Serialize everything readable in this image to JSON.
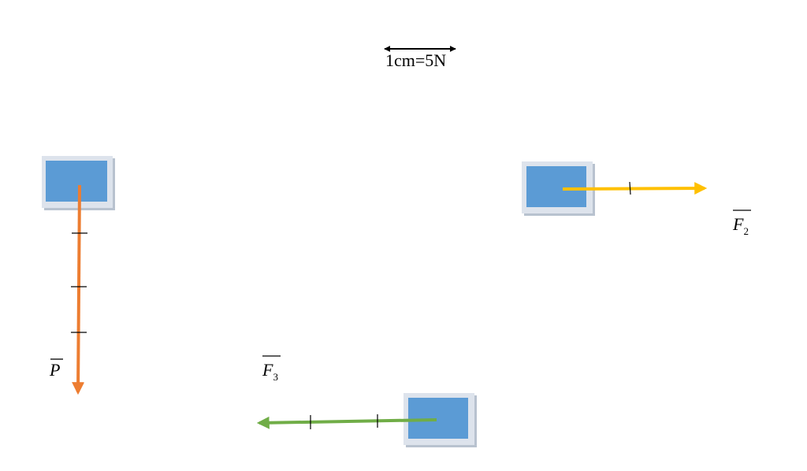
{
  "scale": {
    "label": "1cm=5N"
  },
  "forces": {
    "weight": {
      "symbol": "P",
      "subscript": "",
      "color": "#ed7d31",
      "segments": 4
    },
    "f2": {
      "symbol": "F",
      "subscript": "2",
      "color": "#ffc000",
      "segments": 2
    },
    "f3": {
      "symbol": "F",
      "subscript": "3",
      "color": "#70ad47",
      "segments": 3
    }
  },
  "colors": {
    "box_fill": "#5b9bd5",
    "box_frame": "#dde3ec",
    "box_shadow": "#b8c2cf",
    "text": "#000000"
  }
}
